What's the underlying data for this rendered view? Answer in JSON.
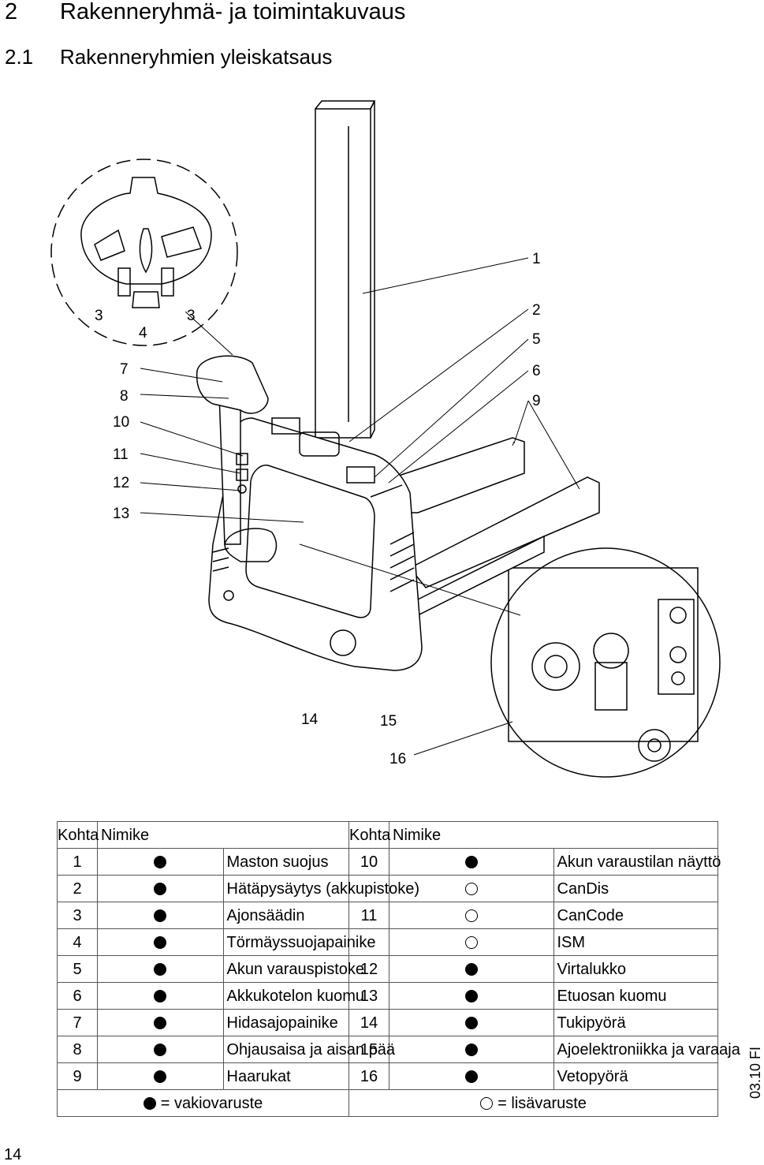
{
  "heading": {
    "number": "2",
    "title": "Rakenneryhmä- ja toimintakuvaus"
  },
  "subheading": {
    "number": "2.1",
    "title": "Rakenneryhmien yleiskatsaus"
  },
  "figure": {
    "callouts": [
      "1",
      "2",
      "5",
      "6",
      "9",
      "3",
      "4",
      "3",
      "7",
      "8",
      "10",
      "11",
      "12",
      "13",
      "14",
      "15",
      "16"
    ]
  },
  "table": {
    "headers": {
      "kohta_left": "Kohta",
      "nimike_left": "Nimike",
      "kohta_right": "Kohta",
      "nimike_right": "Nimike"
    },
    "rows": [
      {
        "l_no": "1",
        "l_mark": "standard",
        "l_name": "Maston suojus",
        "r_no": "10",
        "r_mark": "standard",
        "r_name": "Akun varaustilan näyttö"
      },
      {
        "l_no": "2",
        "l_mark": "standard",
        "l_name": "Hätäpysäytys (akkupistoke)",
        "r_no": "",
        "r_mark": "optional",
        "r_name": "CanDis"
      },
      {
        "l_no": "3",
        "l_mark": "standard",
        "l_name": "Ajonsäädin",
        "r_no": "11",
        "r_mark": "optional",
        "r_name": "CanCode"
      },
      {
        "l_no": "4",
        "l_mark": "standard",
        "l_name": "Törmäyssuojapainike",
        "r_no": "",
        "r_mark": "optional",
        "r_name": "ISM"
      },
      {
        "l_no": "5",
        "l_mark": "standard",
        "l_name": "Akun varauspistoke",
        "r_no": "12",
        "r_mark": "standard",
        "r_name": "Virtalukko"
      },
      {
        "l_no": "6",
        "l_mark": "standard",
        "l_name": " Akkukotelon kuomu",
        "r_no": "13",
        "r_mark": "standard",
        "r_name": "Etuosan kuomu"
      },
      {
        "l_no": "7",
        "l_mark": "standard",
        "l_name": "Hidasajopainike",
        "r_no": "14",
        "r_mark": "standard",
        "r_name": "Tukipyörä"
      },
      {
        "l_no": "8",
        "l_mark": "standard",
        "l_name": "Ohjausaisa ja aisan pää",
        "r_no": "15",
        "r_mark": "standard",
        "r_name": "Ajoelektroniikka ja varaaja"
      },
      {
        "l_no": "9",
        "l_mark": "standard",
        "l_name": "Haarukat",
        "r_no": "16",
        "r_mark": "standard",
        "r_name": "Vetopyörä"
      }
    ],
    "legend": {
      "standard": "= vakiovaruste",
      "optional": "= lisävaruste"
    }
  },
  "doc_code": "03.10 FI",
  "page_number": "14"
}
